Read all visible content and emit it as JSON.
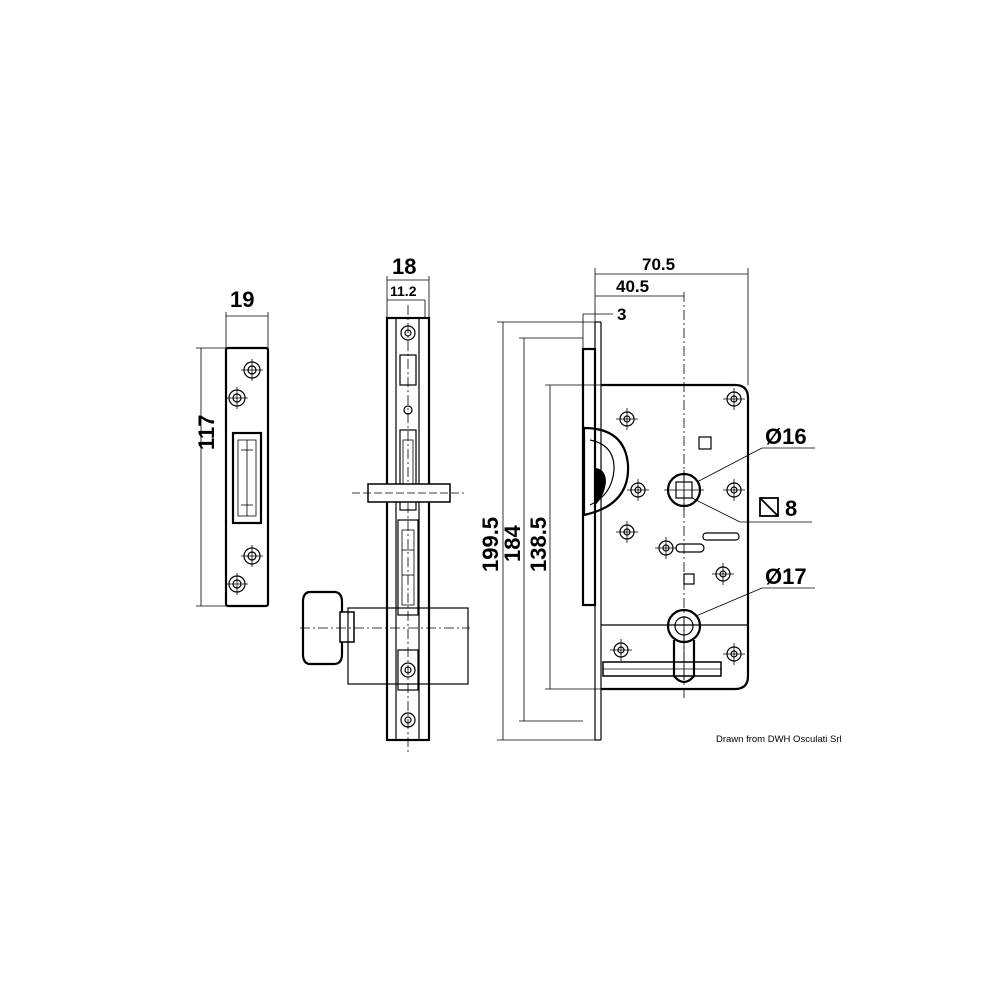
{
  "dimensions": {
    "strike_width": "19",
    "strike_height": "117",
    "faceplate_width": "18",
    "faceplate_inner": "11.2",
    "total_height": "199.5",
    "plate_height": "184",
    "case_height": "138.5",
    "total_depth": "70.5",
    "backset": "40.5",
    "front_offset": "3",
    "hole_diameter_top": "Ø16",
    "square_spindle": "8",
    "cylinder_diameter": "Ø17"
  },
  "credit": "Drawn from DWH Osculati Srl"
}
